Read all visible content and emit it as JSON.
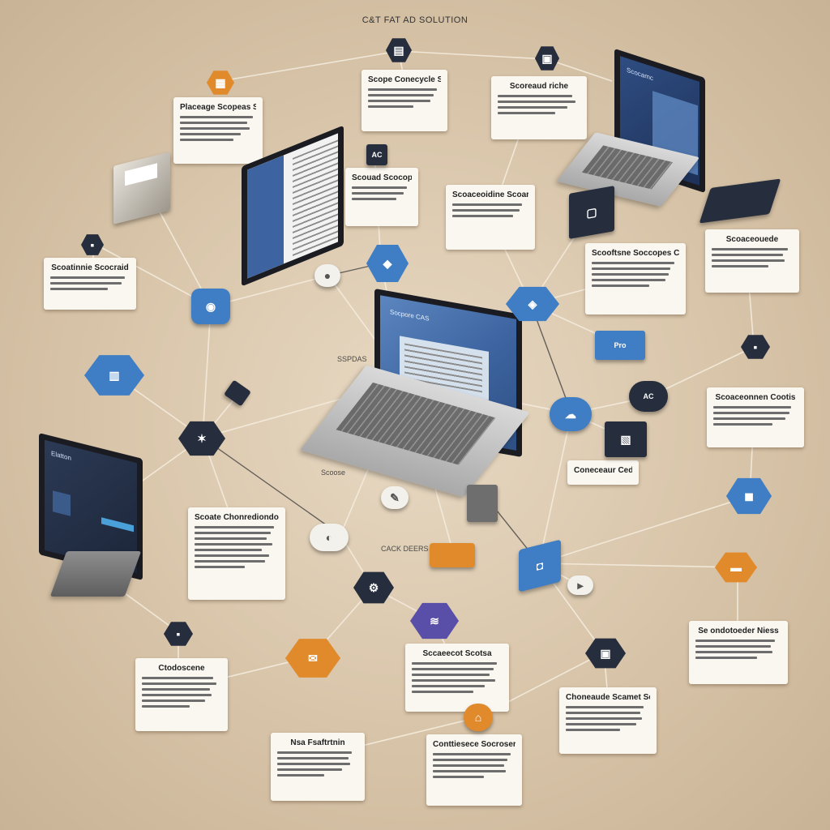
{
  "header": {
    "title": "C&T FAT AD SOLUTION"
  },
  "cards": [
    {
      "id": "c1",
      "title": "Placeage Scopeas Scope And Sule",
      "lines": 5
    },
    {
      "id": "c2",
      "title": "Scope Conecycle Shines",
      "lines": 4
    },
    {
      "id": "c3",
      "title": "Scoreaud riche",
      "lines": 4
    },
    {
      "id": "c4",
      "title": "Scouad Scocopone Scote Cordinace",
      "lines": 3
    },
    {
      "id": "c5",
      "title": "Scoaceoidine Scoare Coord Shop",
      "lines": 3
    },
    {
      "id": "c6",
      "title": "Scoatinnie Scocraid",
      "lines": 3
    },
    {
      "id": "c7",
      "title": "Scoaceouede",
      "lines": 4
    },
    {
      "id": "c8",
      "title": "Scooftsne Soccopes Clionce",
      "lines": 5
    },
    {
      "id": "c9",
      "title": "Scoaceonnen Cootis",
      "lines": 4
    },
    {
      "id": "c10",
      "title": "Coneceaur Cedanme",
      "lines": 0
    },
    {
      "id": "c11",
      "title": "Scoate Chonrediondos",
      "lines": 8
    },
    {
      "id": "c12",
      "title": "Se ondotoeder Niess",
      "lines": 4
    },
    {
      "id": "c13",
      "title": "Ctodoscene",
      "lines": 6
    },
    {
      "id": "c14",
      "title": "Sccaeecot Scotsa",
      "lines": 6
    },
    {
      "id": "c15",
      "title": "Choneaude Scamet Sernes",
      "lines": 5
    },
    {
      "id": "c16",
      "title": "Nsa Fsaftrtnin",
      "lines": 5
    },
    {
      "id": "c17",
      "title": "Conttiesece Socrosersenct CB",
      "lines": 5
    }
  ],
  "free_text": {
    "t1": "SSPDAS",
    "t2": "Scoose",
    "t3": "CACK DEERS"
  },
  "devices": {
    "laptop_center_label": "Socpore CAS",
    "monitor_left_label": "Elatton",
    "laptop_top_right_label": "Scocamc"
  },
  "nodes": {
    "n_pac": "AC",
    "n_ac": "AC",
    "n_pro": "Pro"
  },
  "colors": {
    "orange": "#e08a2c",
    "navy": "#262d3d",
    "blue": "#3f7ec4",
    "purple": "#5a4fa8",
    "background": "#d6c2a6"
  }
}
